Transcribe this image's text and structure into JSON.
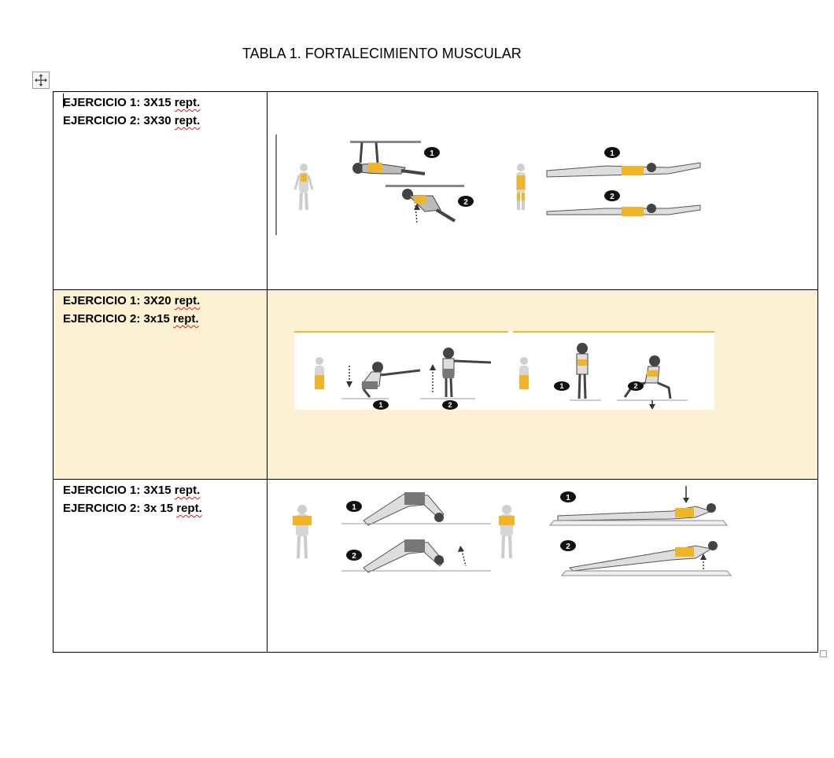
{
  "document": {
    "title": "TABLA 1. FORTALECIMIENTO MUSCULAR"
  },
  "rows": [
    {
      "ex1": {
        "prefix": "EJERCICIO 1: 3X15 ",
        "word": "rept."
      },
      "ex2": {
        "prefix": "EJERCICIO 2: 3X30 ",
        "word": "rept."
      },
      "markers": [
        "1",
        "2",
        "1",
        "2"
      ]
    },
    {
      "ex1": {
        "prefix": "EJERCICIO 1: 3X20 ",
        "word": "rept."
      },
      "ex2": {
        "prefix": "EJERCICIO 2: 3x15 ",
        "word": "rept."
      },
      "markers": [
        "1",
        "2",
        "1",
        "2"
      ]
    },
    {
      "ex1": {
        "prefix": "EJERCICIO 1: 3X15 ",
        "word": "rept."
      },
      "ex2": {
        "prefix": "EJERCICIO 2: 3x 15 ",
        "word": "rept."
      },
      "markers": [
        "1",
        "2",
        "1",
        "2"
      ]
    }
  ],
  "icons": {
    "table_move": "move-arrows-icon",
    "table_resize": "resize-handle-icon"
  },
  "colors": {
    "highlight_row": "#fcf1d2",
    "muscle_highlight": "#f0b429",
    "spell_underline": "#d41c1c"
  }
}
